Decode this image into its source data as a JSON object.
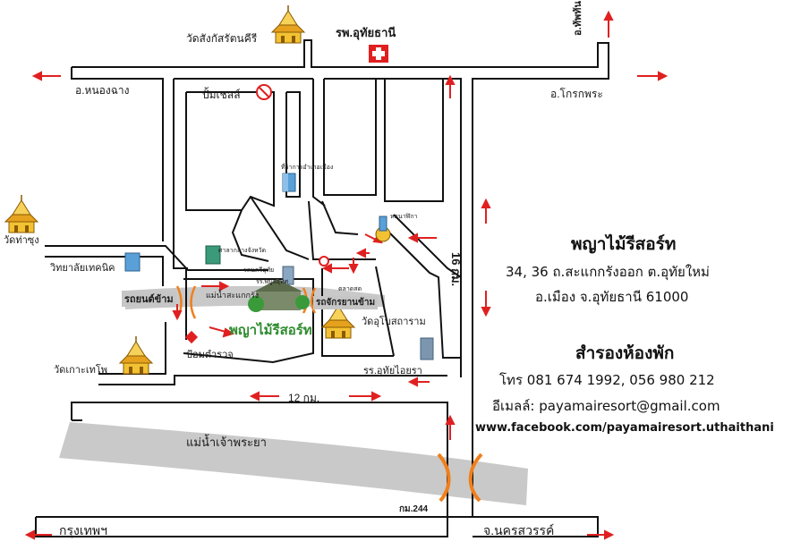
{
  "map": {
    "colors": {
      "road": "#111111",
      "river": "#c9c9c9",
      "arrow": "#e02020",
      "bridge": "#f07f1a",
      "resort_text": "#2e8b2e",
      "hospital": "#e02020"
    },
    "labels": {
      "temple_sangkat": "วัดสังกัสรัตนคีรี",
      "hospital": "รพ.อุทัยธานี",
      "to_thapthan": "อ.ทัพทัน",
      "to_nongchang": "อ.หนองฉาง",
      "gas_shell": "ปั้มเชลล์",
      "to_krokphra": "อ.โกรกพระ",
      "district_office": "ที่ว่าการอำเภอเมือง",
      "clock_tower": "หอนาฬิกา",
      "temple_thasung": "วัดท่าซุง",
      "central_market": "ศาลากลางจังหวัด",
      "km16": "16 กม.",
      "tech_college": "วิทยาลัยเทคนิค",
      "school_sri_uthai": "รถนครีอุทัย",
      "school_phibun": "รร.พิบูลอุทิศ",
      "market": "ตลาดสด",
      "car_stop": "รถยนต์ข้าม",
      "sakae_krang_river": "แม่น้ำสะแกกรัง",
      "motorbike_stop": "รถจักรยานข้าม",
      "resort_on_map": "พญาไม้รีสอร์ท",
      "temple_ubon": "วัดอุโบสถาราม",
      "police_box": "ป้อมตำรวจ",
      "temple_kokthepo": "วัดเกาะเทโพ",
      "school_uthai_aiyara": "รร.อุทัยไอยรา",
      "km12": "12 กม.",
      "chaophraya_river": "แม่น้ำเจ้าพระยา",
      "km244": "กม.244",
      "to_bangkok": "กรุงเทพฯ",
      "to_nakhonsawan": "จ.นครสวรรค์"
    }
  },
  "info": {
    "resort_name": "พญาไม้รีสอร์ท",
    "address_line1": "34, 36 ถ.สะแกกรังออก ต.อุทัยใหม่",
    "address_line2": "อ.เมือง จ.อุทัยธานี 61000",
    "booking_heading": "สำรองห้องพัก",
    "phone": "โทร 081 674 1992, 056 980 212",
    "email": "อีเมลล์: payamairesort@gmail.com",
    "facebook": "www.facebook.com/payamairesort.uthaithani"
  }
}
